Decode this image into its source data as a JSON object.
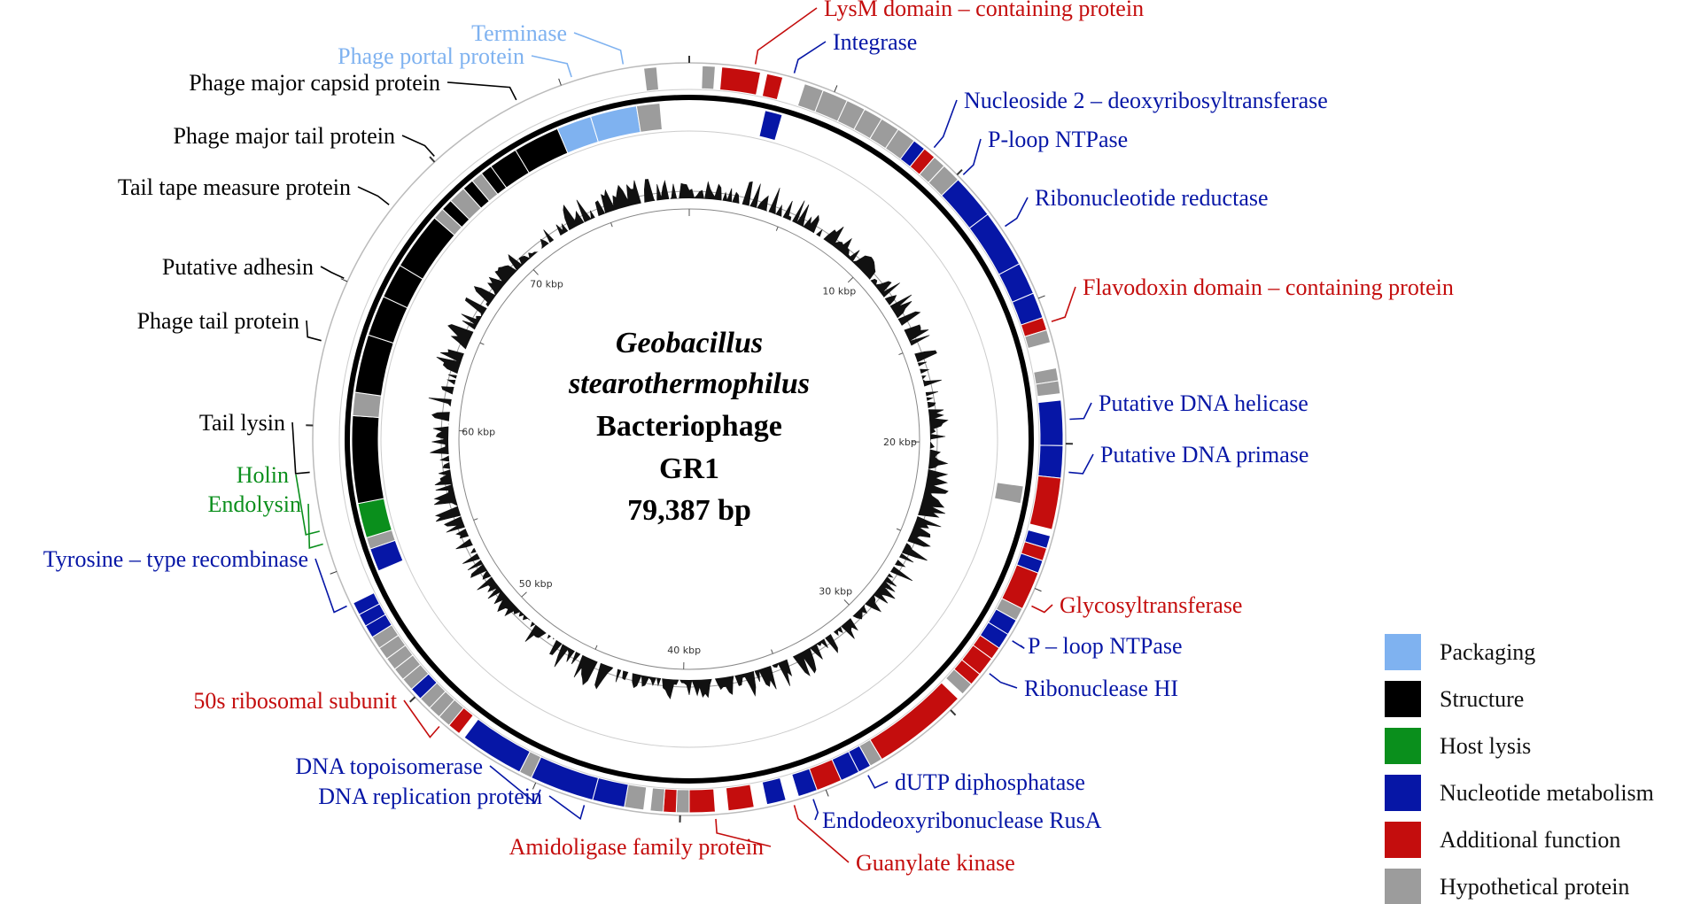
{
  "colors": {
    "Packaging": "#7fb2f0",
    "Structure": "#000000",
    "Host lysis": "#0a8f1c",
    "Nucleotide metabolism": "#0616a6",
    "Additional function": "#c40d0d",
    "Hypothetical protein": "#9c9c9c"
  },
  "center_text": {
    "line1": "Geobacillus",
    "line2": "stearothermophilus",
    "line3": "Bacteriophage",
    "line4": "GR1",
    "line5": "79,387 bp"
  },
  "genome_length_bp": 79387,
  "kbp_ticks": [
    "10 kbp",
    "20 kbp",
    "30 kbp",
    "40 kbp",
    "50 kbp",
    "60 kbp",
    "70 kbp"
  ],
  "legend": [
    {
      "label": "Packaging",
      "category": "Packaging"
    },
    {
      "label": "Structure",
      "category": "Structure"
    },
    {
      "label": "Host lysis",
      "category": "Host lysis"
    },
    {
      "label": "Nucleotide metabolism",
      "category": "Nucleotide metabolism"
    },
    {
      "label": "Additional function",
      "category": "Additional function"
    },
    {
      "label": "Hypothetical protein",
      "category": "Hypothetical protein"
    }
  ],
  "annotations": [
    {
      "text": "LysM domain – containing protein",
      "category": "Additional function",
      "angle": 10
    },
    {
      "text": "Integrase",
      "category": "Nucleotide metabolism",
      "angle": 16
    },
    {
      "text": "Nucleoside 2 – deoxyribosyltransferase",
      "category": "Nucleotide metabolism",
      "angle": 40
    },
    {
      "text": "P-loop NTPase",
      "category": "Nucleotide metabolism",
      "angle": 46
    },
    {
      "text": "Ribonucleotide reductase",
      "category": "Nucleotide metabolism",
      "angle": 56
    },
    {
      "text": "Flavodoxin domain – containing protein",
      "category": "Additional function",
      "angle": 72
    },
    {
      "text": "Putative DNA helicase",
      "category": "Nucleotide metabolism",
      "angle": 87
    },
    {
      "text": "Putative DNA primase",
      "category": "Nucleotide metabolism",
      "angle": 95
    },
    {
      "text": "Glycosyltransferase",
      "category": "Additional function",
      "angle": 116
    },
    {
      "text": "P – loop NTPase",
      "category": "Nucleotide metabolism",
      "angle": 122
    },
    {
      "text": "Ribonuclease HI",
      "category": "Nucleotide metabolism",
      "angle": 128
    },
    {
      "text": "dUTP diphosphatase",
      "category": "Nucleotide metabolism",
      "angle": 152
    },
    {
      "text": "Endodeoxyribonuclease RusA",
      "category": "Nucleotide metabolism",
      "angle": 161
    },
    {
      "text": "Guanylate kinase",
      "category": "Additional function",
      "angle": 164
    },
    {
      "text": "Amidoligase family protein",
      "category": "Additional function",
      "angle": 176
    },
    {
      "text": "DNA replication protein",
      "category": "Nucleotide metabolism",
      "angle": 196
    },
    {
      "text": "DNA topoisomerase",
      "category": "Nucleotide metabolism",
      "angle": 203
    },
    {
      "text": "50s ribosomal subunit",
      "category": "Additional function",
      "angle": 221
    },
    {
      "text": "Tyrosine – type recombinase",
      "category": "Nucleotide metabolism",
      "angle": 244
    },
    {
      "text": "Endolysin",
      "category": "Host lysis",
      "angle": 254
    },
    {
      "text": "Holin",
      "category": "Host lysis",
      "angle": 256
    },
    {
      "text": "Tail lysin",
      "category": "Structure",
      "angle": 265
    },
    {
      "text": "Phage tail protein",
      "category": "Structure",
      "angle": 285
    },
    {
      "text": "Putative adhesin",
      "category": "Structure",
      "angle": 295
    },
    {
      "text": "Tail tape measure protein",
      "category": "Structure",
      "angle": 308
    },
    {
      "text": "Phage major tail protein",
      "category": "Structure",
      "angle": 318
    },
    {
      "text": "Phage major capsid protein",
      "category": "Structure",
      "angle": 333
    },
    {
      "text": "Phage portal protein",
      "category": "Packaging",
      "angle": 342
    },
    {
      "text": "Terminase",
      "category": "Packaging",
      "angle": 350
    }
  ],
  "outer_ring_genes": [
    {
      "start": 353,
      "end": 355,
      "category": "Hypothetical protein"
    },
    {
      "start": 2,
      "end": 4,
      "category": "Hypothetical protein"
    },
    {
      "start": 5,
      "end": 11,
      "category": "Additional function"
    },
    {
      "start": 12,
      "end": 14.5,
      "category": "Additional function"
    },
    {
      "start": 18,
      "end": 21,
      "category": "Hypothetical protein"
    },
    {
      "start": 21,
      "end": 25,
      "category": "Hypothetical protein"
    },
    {
      "start": 25,
      "end": 28,
      "category": "Hypothetical protein"
    },
    {
      "start": 28,
      "end": 31,
      "category": "Hypothetical protein"
    },
    {
      "start": 31,
      "end": 34,
      "category": "Hypothetical protein"
    },
    {
      "start": 34,
      "end": 37,
      "category": "Hypothetical protein"
    },
    {
      "start": 37,
      "end": 39,
      "category": "Nucleotide metabolism"
    },
    {
      "start": 39,
      "end": 41,
      "category": "Additional function"
    },
    {
      "start": 41,
      "end": 43,
      "category": "Hypothetical protein"
    },
    {
      "start": 43,
      "end": 46,
      "category": "Hypothetical protein"
    },
    {
      "start": 46,
      "end": 53,
      "category": "Nucleotide metabolism"
    },
    {
      "start": 53,
      "end": 62,
      "category": "Nucleotide metabolism"
    },
    {
      "start": 62,
      "end": 67,
      "category": "Nucleotide metabolism"
    },
    {
      "start": 67,
      "end": 71,
      "category": "Nucleotide metabolism"
    },
    {
      "start": 71,
      "end": 73,
      "category": "Additional function"
    },
    {
      "start": 73,
      "end": 75,
      "category": "Hypothetical protein"
    },
    {
      "start": 79,
      "end": 81,
      "category": "Hypothetical protein"
    },
    {
      "start": 81,
      "end": 83,
      "category": "Hypothetical protein"
    },
    {
      "start": 84,
      "end": 91,
      "category": "Nucleotide metabolism"
    },
    {
      "start": 91,
      "end": 96,
      "category": "Nucleotide metabolism"
    },
    {
      "start": 96,
      "end": 104,
      "category": "Additional function"
    },
    {
      "start": 105,
      "end": 107,
      "category": "Nucleotide metabolism"
    },
    {
      "start": 107,
      "end": 109,
      "category": "Additional function"
    },
    {
      "start": 109,
      "end": 111,
      "category": "Nucleotide metabolism"
    },
    {
      "start": 111,
      "end": 117,
      "category": "Additional function"
    },
    {
      "start": 117,
      "end": 119,
      "category": "Hypothetical protein"
    },
    {
      "start": 119,
      "end": 121.5,
      "category": "Nucleotide metabolism"
    },
    {
      "start": 121.5,
      "end": 124,
      "category": "Nucleotide metabolism"
    },
    {
      "start": 124,
      "end": 126,
      "category": "Additional function"
    },
    {
      "start": 126,
      "end": 129,
      "category": "Additional function"
    },
    {
      "start": 129,
      "end": 131,
      "category": "Additional function"
    },
    {
      "start": 131,
      "end": 133,
      "category": "Hypothetical protein"
    },
    {
      "start": 134,
      "end": 149,
      "category": "Additional function"
    },
    {
      "start": 149,
      "end": 151,
      "category": "Hypothetical protein"
    },
    {
      "start": 151,
      "end": 153,
      "category": "Nucleotide metabolism"
    },
    {
      "start": 153,
      "end": 156,
      "category": "Nucleotide metabolism"
    },
    {
      "start": 156,
      "end": 160,
      "category": "Additional function"
    },
    {
      "start": 160,
      "end": 163,
      "category": "Nucleotide metabolism"
    },
    {
      "start": 165,
      "end": 168,
      "category": "Nucleotide metabolism"
    },
    {
      "start": 170,
      "end": 174,
      "category": "Additional function"
    },
    {
      "start": 176,
      "end": 180,
      "category": "Additional function"
    },
    {
      "start": 180,
      "end": 182,
      "category": "Hypothetical protein"
    },
    {
      "start": 182,
      "end": 184,
      "category": "Additional function"
    },
    {
      "start": 184,
      "end": 186,
      "category": "Hypothetical protein"
    },
    {
      "start": 187,
      "end": 190,
      "category": "Hypothetical protein"
    },
    {
      "start": 190,
      "end": 195,
      "category": "Nucleotide metabolism"
    },
    {
      "start": 195,
      "end": 205,
      "category": "Nucleotide metabolism"
    },
    {
      "start": 205,
      "end": 207,
      "category": "Hypothetical protein"
    },
    {
      "start": 207,
      "end": 217,
      "category": "Nucleotide metabolism"
    },
    {
      "start": 218,
      "end": 220,
      "category": "Additional function"
    },
    {
      "start": 220,
      "end": 222,
      "category": "Hypothetical protein"
    },
    {
      "start": 222,
      "end": 224,
      "category": "Hypothetical protein"
    },
    {
      "start": 224,
      "end": 226,
      "category": "Hypothetical protein"
    },
    {
      "start": 226,
      "end": 228,
      "category": "Nucleotide metabolism"
    },
    {
      "start": 228,
      "end": 230,
      "category": "Hypothetical protein"
    },
    {
      "start": 230,
      "end": 232,
      "category": "Hypothetical protein"
    },
    {
      "start": 232,
      "end": 234,
      "category": "Hypothetical protein"
    },
    {
      "start": 234,
      "end": 236,
      "category": "Hypothetical protein"
    },
    {
      "start": 236,
      "end": 238,
      "category": "Hypothetical protein"
    },
    {
      "start": 238,
      "end": 240,
      "category": "Nucleotide metabolism"
    },
    {
      "start": 240,
      "end": 242,
      "category": "Nucleotide metabolism"
    },
    {
      "start": 242,
      "end": 244,
      "category": "Nucleotide metabolism"
    }
  ],
  "inner_ring_genes": [
    {
      "start": 337,
      "end": 343,
      "category": "Packaging"
    },
    {
      "start": 343,
      "end": 351,
      "category": "Packaging"
    },
    {
      "start": 351,
      "end": 355,
      "category": "Hypothetical protein"
    },
    {
      "start": 13,
      "end": 16,
      "category": "Nucleotide metabolism"
    },
    {
      "start": 98,
      "end": 101,
      "category": "Hypothetical protein"
    },
    {
      "start": 247,
      "end": 251,
      "category": "Nucleotide metabolism"
    },
    {
      "start": 251,
      "end": 253,
      "category": "Hypothetical protein"
    },
    {
      "start": 253,
      "end": 259,
      "category": "Host lysis"
    },
    {
      "start": 259,
      "end": 274,
      "category": "Structure"
    },
    {
      "start": 274,
      "end": 278,
      "category": "Hypothetical protein"
    },
    {
      "start": 278,
      "end": 288,
      "category": "Structure"
    },
    {
      "start": 288,
      "end": 295,
      "category": "Structure"
    },
    {
      "start": 295,
      "end": 301,
      "category": "Structure"
    },
    {
      "start": 301,
      "end": 311,
      "category": "Structure"
    },
    {
      "start": 311,
      "end": 313,
      "category": "Hypothetical protein"
    },
    {
      "start": 313,
      "end": 315,
      "category": "Structure"
    },
    {
      "start": 315,
      "end": 318,
      "category": "Hypothetical protein"
    },
    {
      "start": 318,
      "end": 320,
      "category": "Structure"
    },
    {
      "start": 320,
      "end": 322,
      "category": "Hypothetical protein"
    },
    {
      "start": 322,
      "end": 324,
      "category": "Structure"
    },
    {
      "start": 324,
      "end": 329,
      "category": "Structure"
    },
    {
      "start": 329,
      "end": 337,
      "category": "Structure"
    }
  ]
}
